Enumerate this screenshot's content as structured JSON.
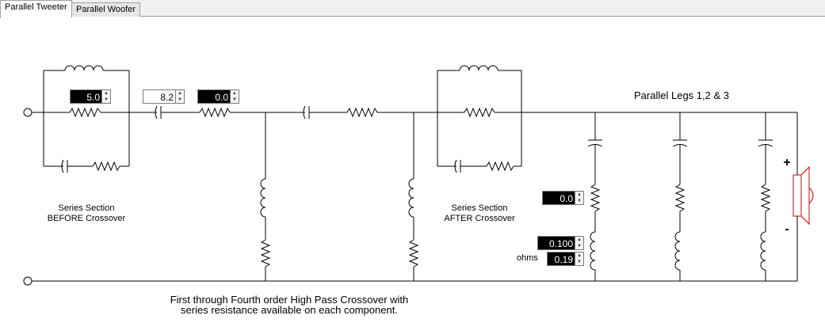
{
  "tabs": [
    {
      "label": "Parallel Tweeter",
      "active": true
    },
    {
      "label": "Parallel Woofer",
      "active": false
    }
  ],
  "spinboxes": {
    "before_resistor": {
      "value": "5.0",
      "style": "dark"
    },
    "cap1": {
      "value": "8.2",
      "style": "light"
    },
    "cap1_resistor": {
      "value": "0.0",
      "style": "dark"
    },
    "leg1_resistor": {
      "value": "0.0",
      "style": "dark"
    },
    "leg1_inductor": {
      "value": "0.100",
      "style": "dark"
    },
    "leg1_inductor_ohms": {
      "value": "0.19",
      "style": "dark"
    }
  },
  "labels": {
    "series_before_line1": "Series Section",
    "series_before_line2": "BEFORE Crossover",
    "series_after_line1": "Series Section",
    "series_after_line2": "AFTER Crossover",
    "parallel_legs": "Parallel Legs 1,2 & 3",
    "ohms": "ohms",
    "plus": "+",
    "minus": "-",
    "description_line1": "First through Fourth order High Pass Crossover with",
    "description_line2": "series resistance available on each component."
  },
  "colors": {
    "wire": "#000000",
    "speaker": "#cc0000",
    "field_dark": "#000000",
    "field_light": "#ffffff"
  }
}
